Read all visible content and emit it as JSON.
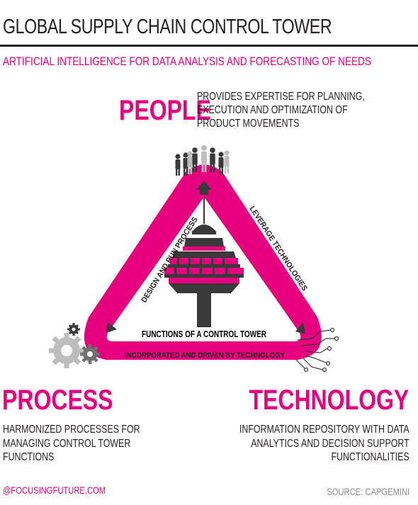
{
  "title": "GLOBAL SUPPLY CHAIN CONTROL TOWER",
  "subtitle": "ARTIFICIAL INTELLIGENCE FOR DATA ANALYSIS AND FORECASTING OF NEEDS",
  "people": {
    "heading": "PEOPLE",
    "description": "PROVIDES EXPERTISE FOR PLANNING,\nEXECUTION AND OPTIMIZATION OF\nPRODUCT MOVEMENTS"
  },
  "process": {
    "heading": "PROCESS",
    "description": "HARMONIZED PROCESSES FOR\nMANAGING CONTROL TOWER\nFUNCTIONS"
  },
  "technology": {
    "heading": "TECHNOLOGY",
    "description": "INFORMATION REPOSITORY WITH DATA\nANALYTICS AND DECISION SUPPORT\nFUNCTIONALITIES"
  },
  "diagram": {
    "left_edge_label": "DESIGN AND RUN PROCESS",
    "right_edge_label": "LEVERAGE TECHNOLOGIES",
    "bottom_edge_label": "INCORPORATED AND DRIVEN BY TECHNOLOGY",
    "center_label": "FUNCTIONS OF A CONTROL TOWER",
    "icons": [
      "people-group-icon",
      "gears-icon",
      "circuit-icon",
      "control-tower-icon",
      "arrow-up-icon",
      "arrow-down-left-icon",
      "arrow-down-right-icon"
    ]
  },
  "footer": {
    "handle": "@FOCUSINGFUTURE.COM",
    "source": "SOURCE: CAPGEMINI"
  },
  "colors": {
    "accent": "#e6007e",
    "text": "#231f20",
    "muted": "#8c8c8c"
  }
}
